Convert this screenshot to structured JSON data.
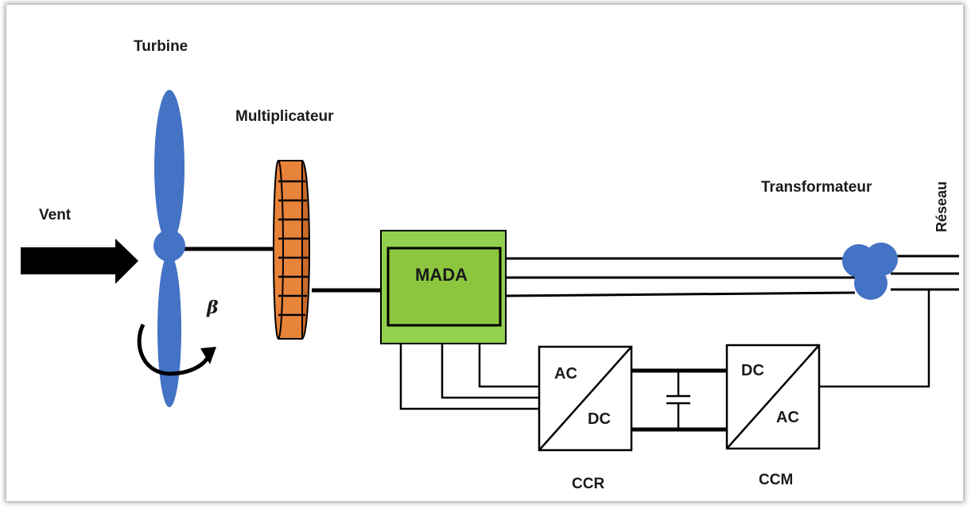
{
  "labels": {
    "turbine": "Turbine",
    "multiplicateur": "Multiplicateur",
    "vent": "Vent",
    "beta": "β",
    "mada": "MADA",
    "transformateur": "Transformateur",
    "reseau": "Réseau",
    "ccr": "CCR",
    "ccm": "CCM",
    "ccr_in": "AC",
    "ccr_out": "DC",
    "ccm_in": "DC",
    "ccm_out": "AC"
  },
  "colors": {
    "blade": "#4472C4",
    "gearbox": "#E8833A",
    "mada_outer": "#92D050",
    "mada_inner": "#8CC63F",
    "transformer": "#4472C4",
    "line": "#000000"
  }
}
